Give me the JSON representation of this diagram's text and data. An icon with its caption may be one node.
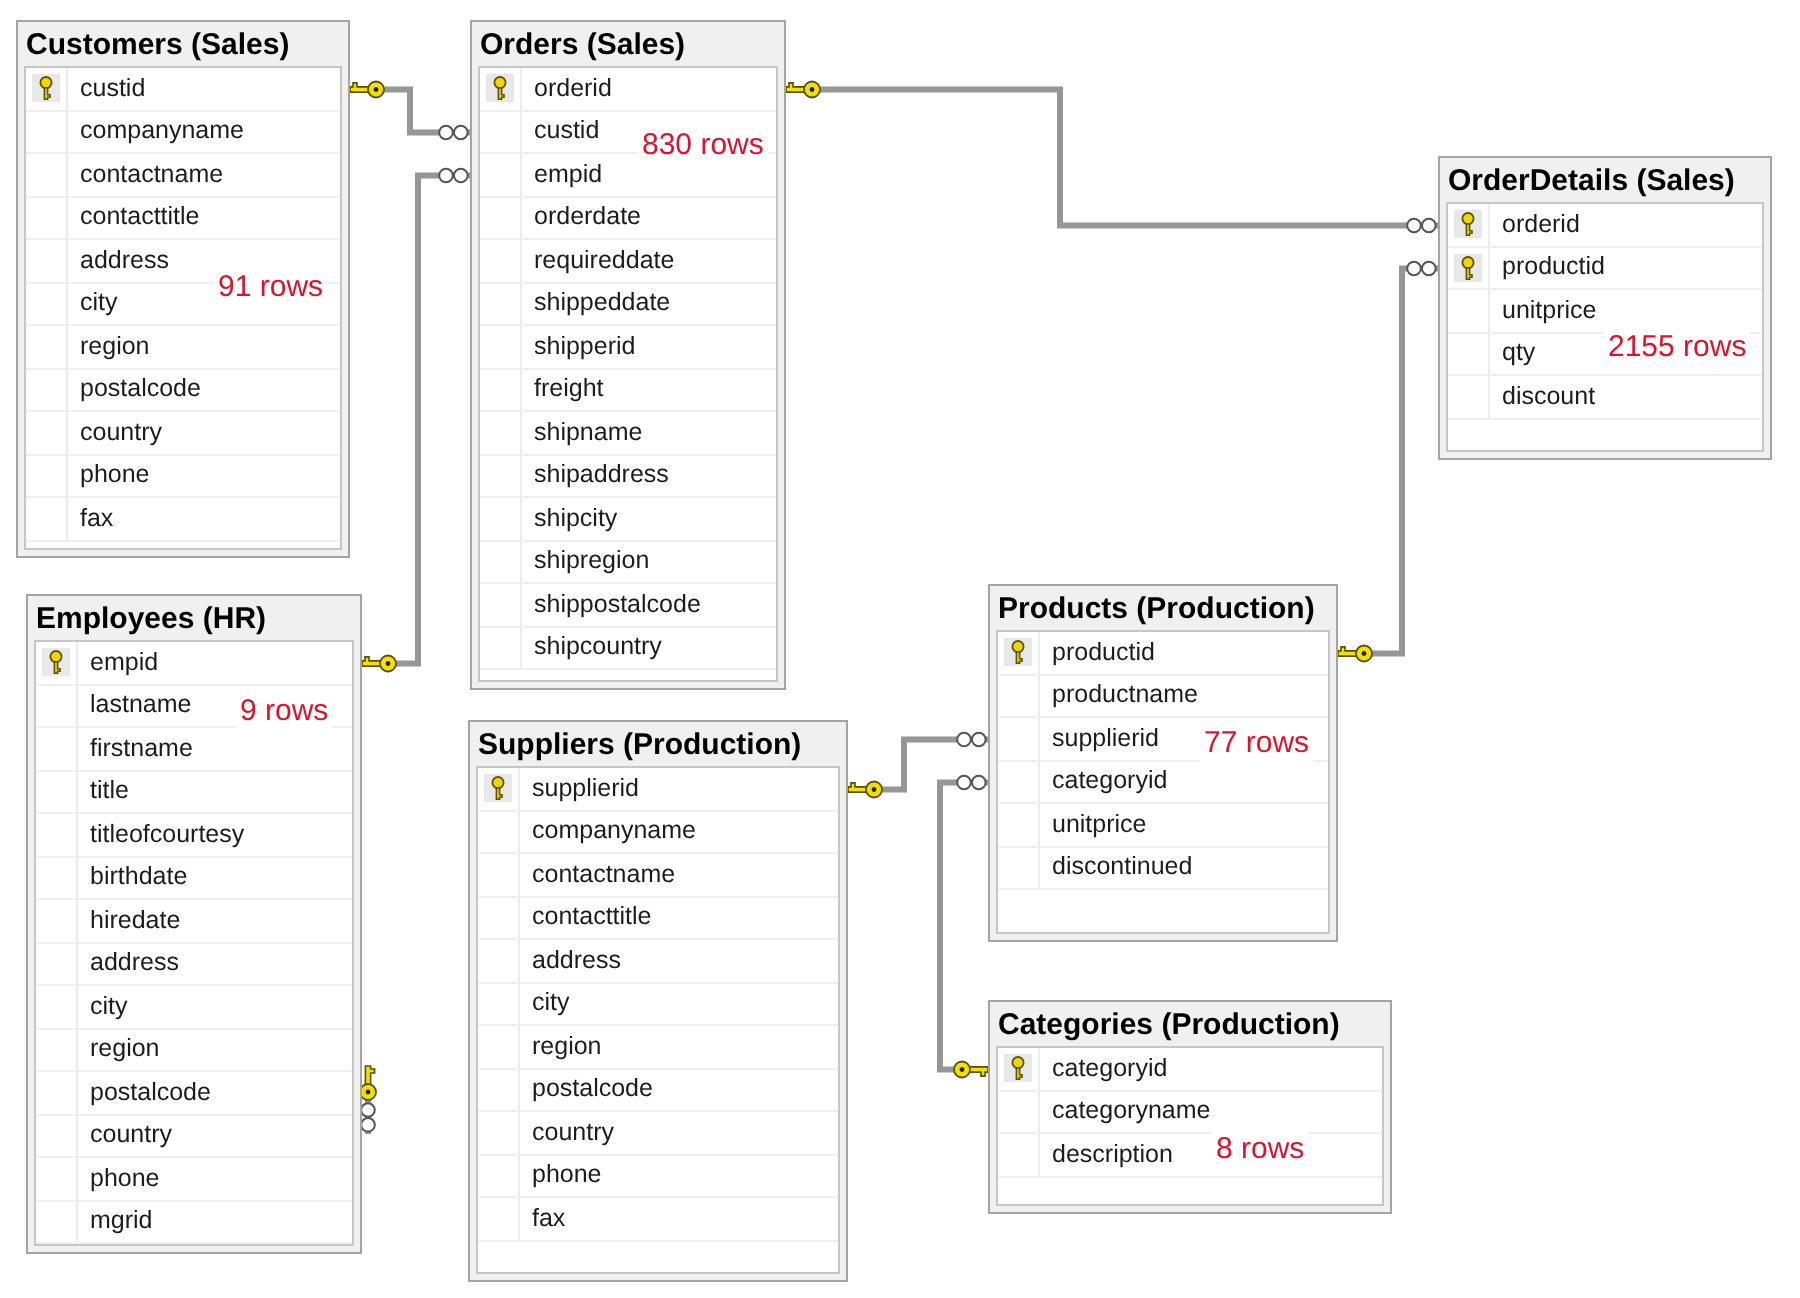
{
  "diagram": {
    "nodes": [
      {
        "text": [
          "Customers (Sales)",
          "custid",
          "companyname",
          "contactname",
          "contacttitle",
          "address",
          "city",
          "region",
          "postalcode",
          "country",
          "phone",
          "fax",
          "91 rows"
        ]
      },
      {
        "text": [
          "Orders (Sales)",
          "orderid",
          "custid",
          "empid",
          "orderdate",
          "requireddate",
          "shippeddate",
          "shipperid",
          "freight",
          "shipname",
          "shipaddress",
          "shipcity",
          "shipregion",
          "shippostalcode",
          "shipcountry",
          "830 rows"
        ]
      },
      {
        "text": [
          "OrderDetails (Sales)",
          "orderid",
          "productid",
          "unitprice",
          "qty",
          "discount",
          "2155 rows"
        ]
      },
      {
        "text": [
          "Employees (HR)",
          "empid",
          "lastname",
          "firstname",
          "title",
          "titleofcourtesy",
          "birthdate",
          "hiredate",
          "address",
          "city",
          "region",
          "postalcode",
          "country",
          "phone",
          "mgrid",
          "9 rows"
        ]
      },
      {
        "text": [
          "Products (Production)",
          "productid",
          "productname",
          "supplierid",
          "categoryid",
          "unitprice",
          "discontinued",
          "77 rows"
        ]
      },
      {
        "text": [
          "Suppliers (Production)",
          "supplierid",
          "companyname",
          "contactname",
          "contacttitle",
          "address",
          "city",
          "region",
          "postalcode",
          "country",
          "phone",
          "fax"
        ]
      },
      {
        "text": [
          "Categories (Production)",
          "categoryid",
          "categoryname",
          "description",
          "8 rows"
        ]
      }
    ],
    "edges": [
      {
        "from": 0,
        "to": 1,
        "arrow": "other"
      },
      {
        "from": 3,
        "to": 1,
        "arrow": "other"
      },
      {
        "from": 1,
        "to": 2,
        "arrow": "other"
      },
      {
        "from": 4,
        "to": 2,
        "arrow": "other"
      },
      {
        "from": 5,
        "to": 4,
        "arrow": "other"
      },
      {
        "from": 6,
        "to": 4,
        "arrow": "other"
      },
      {
        "from": 3,
        "to": 3,
        "arrow": "other"
      }
    ]
  }
}
